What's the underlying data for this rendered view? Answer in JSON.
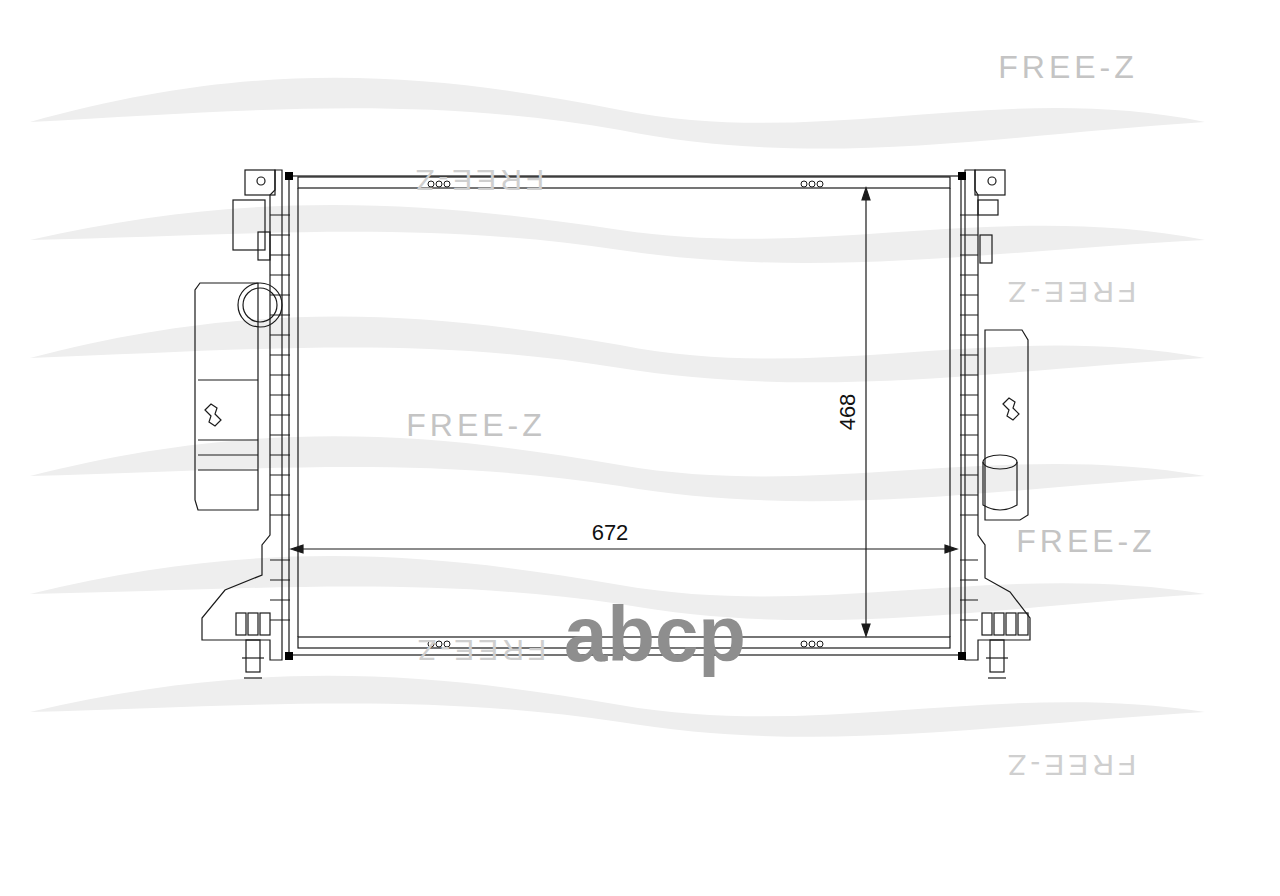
{
  "diagram": {
    "labels": [
      "FREE-Z",
      "FREE-Z",
      "FREE-Z",
      "FREE-Z",
      "468",
      "672",
      "FREE-Z",
      "FREE-Z",
      "abcp",
      "FREE-Z"
    ]
  }
}
